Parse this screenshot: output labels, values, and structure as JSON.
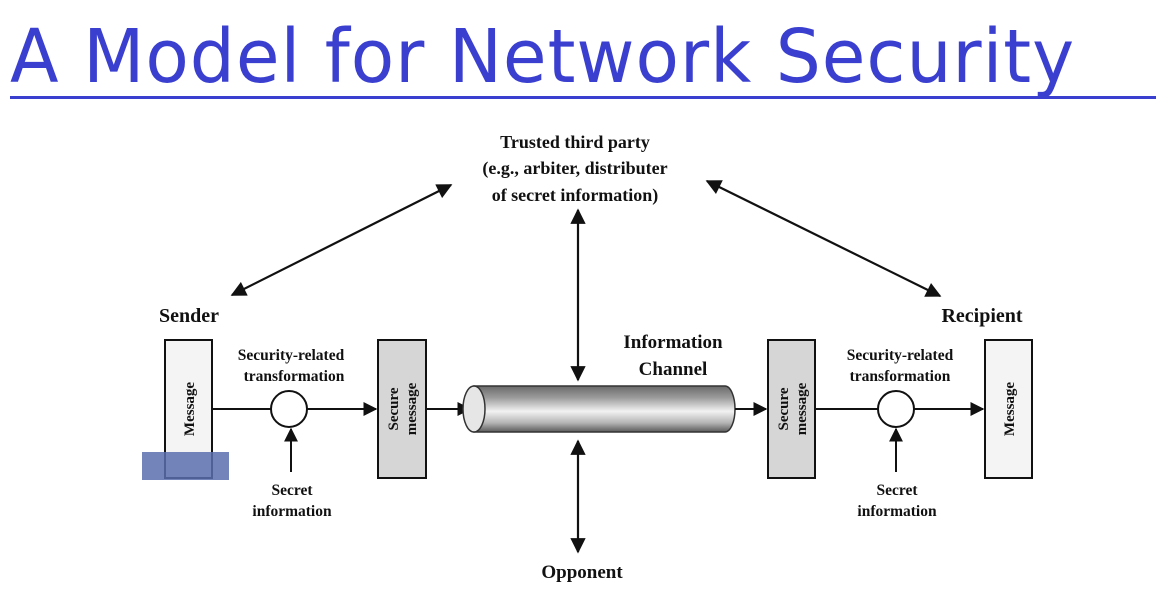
{
  "title": "A Model for Network Security",
  "colors": {
    "title": "#3a3fd0",
    "ink": "#111111",
    "secure_box_fill": "#d6d6d6",
    "message_box_fill": "#f4f4f4",
    "highlight": "#5a6fae"
  },
  "diagram": {
    "trusted_party": {
      "line1": "Trusted third party",
      "line2": "(e.g., arbiter, distributer",
      "line3": "of secret information)"
    },
    "sender": {
      "label": "Sender",
      "message_box": "Message",
      "transform_line1": "Security-related",
      "transform_line2": "transformation",
      "secret_line1": "Secret",
      "secret_line2": "information",
      "secure_box_line1": "Secure",
      "secure_box_line2": "message"
    },
    "channel": {
      "line1": "Information",
      "line2": "Channel"
    },
    "recipient": {
      "label": "Recipient",
      "secure_box_line1": "Secure",
      "secure_box_line2": "message",
      "transform_line1": "Security-related",
      "transform_line2": "transformation",
      "secret_line1": "Secret",
      "secret_line2": "information",
      "message_box": "Message"
    },
    "opponent": {
      "label": "Opponent"
    }
  }
}
